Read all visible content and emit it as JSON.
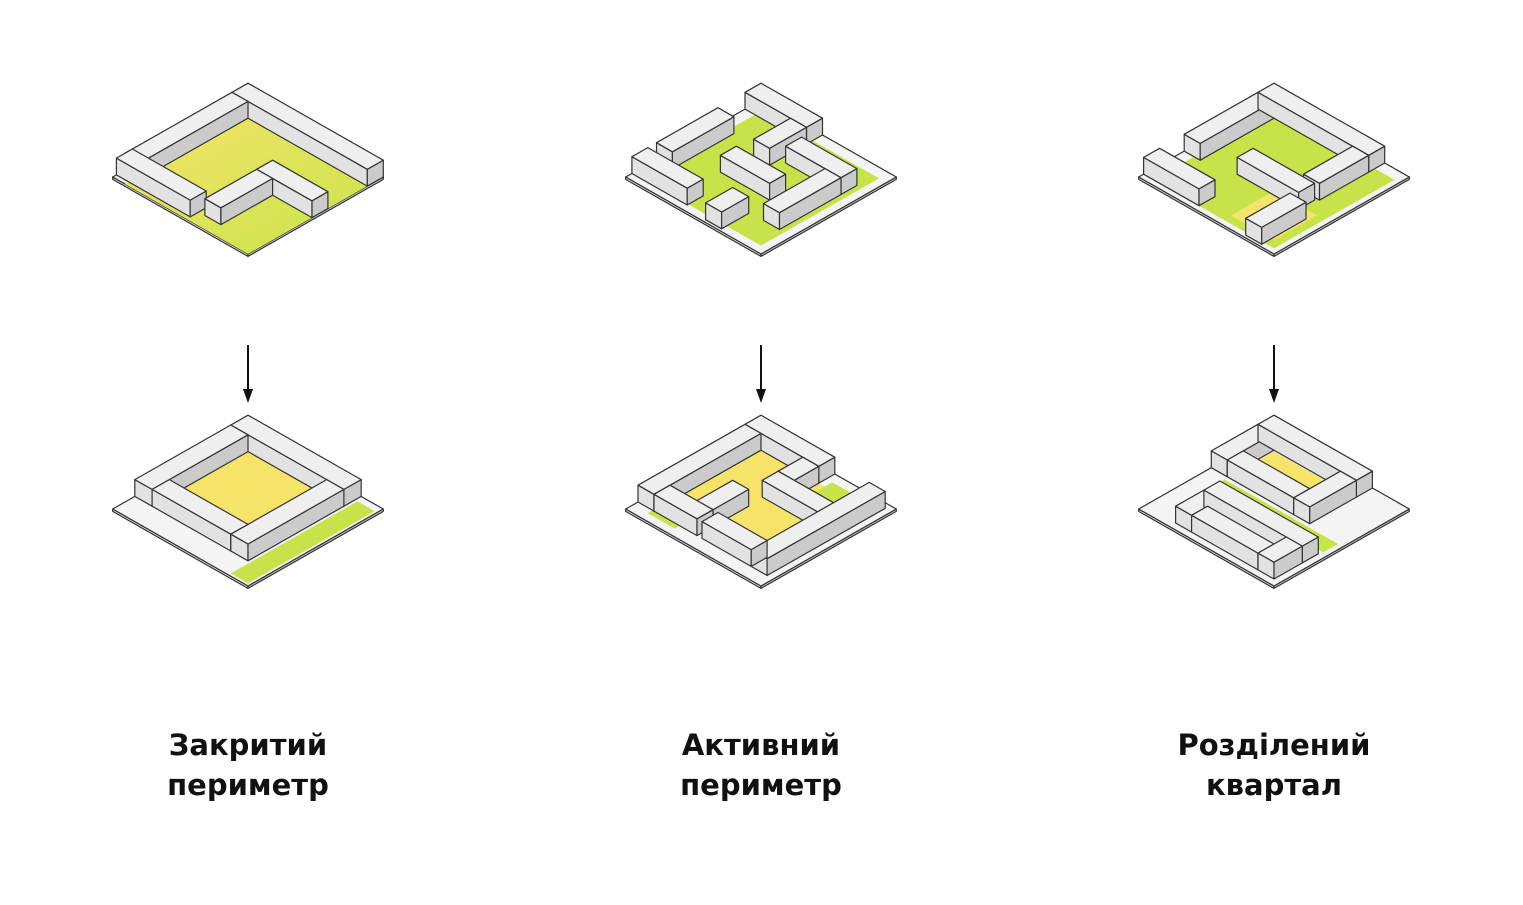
{
  "colors": {
    "roof": "#efefef",
    "wall_left": "#e2e2e2",
    "wall_right": "#cbcbcb",
    "outline": "#333333",
    "base": "#f4f4f4",
    "green": "#c6e44a",
    "yellow_green": "#dce64e",
    "yellow": "#f6e46a",
    "arrow": "#111111"
  },
  "columns": [
    {
      "id": "closed",
      "caption": {
        "line1": "Закритий",
        "line2": "периметр"
      }
    },
    {
      "id": "active",
      "caption": {
        "line1": "Активний",
        "line2": "периметр"
      }
    },
    {
      "id": "split",
      "caption": {
        "line1": "Розділений",
        "line2": "квартал"
      }
    }
  ]
}
